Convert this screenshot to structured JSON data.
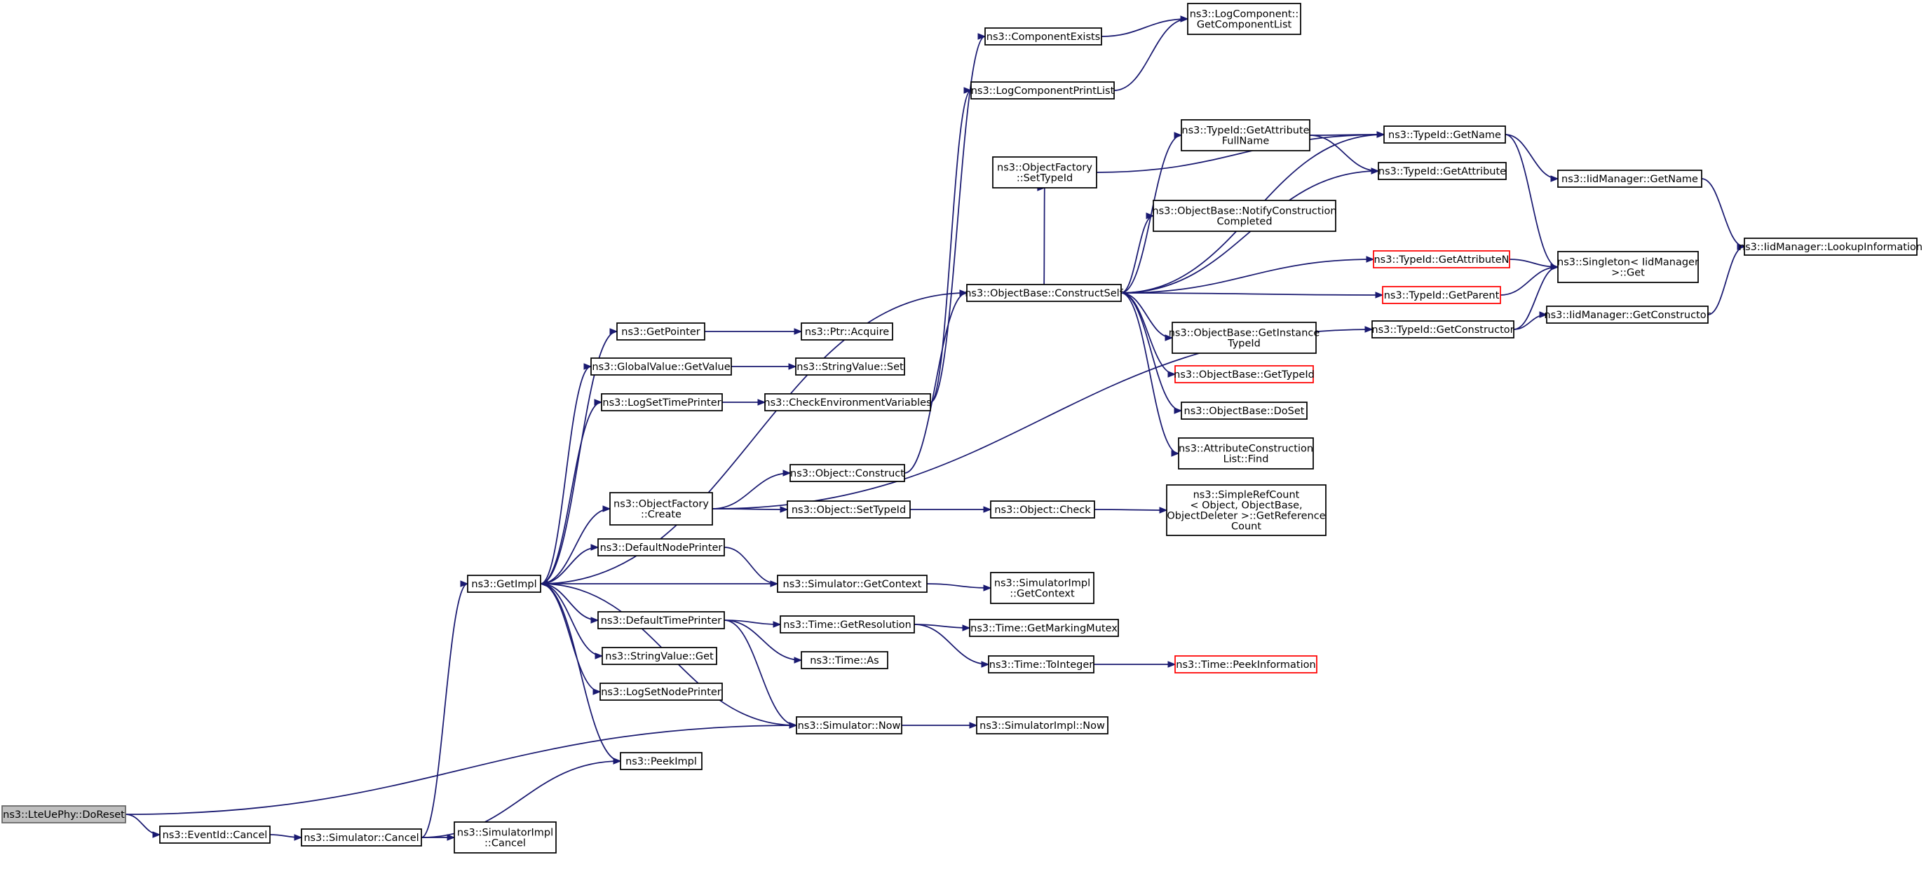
{
  "nodes": [
    {
      "id": "n0",
      "label": [
        "ns3::LteUePhy::DoReset"
      ],
      "kind": "root"
    },
    {
      "id": "n1",
      "label": [
        "ns3::EventId::Cancel"
      ]
    },
    {
      "id": "n2",
      "label": [
        "ns3::Simulator::Cancel"
      ]
    },
    {
      "id": "n3",
      "label": [
        "ns3::SimulatorImpl",
        "::Cancel"
      ]
    },
    {
      "id": "n4",
      "label": [
        "ns3::GetImpl"
      ]
    },
    {
      "id": "n5",
      "label": [
        "ns3::PeekImpl"
      ]
    },
    {
      "id": "n6",
      "label": [
        "ns3::Simulator::Now"
      ]
    },
    {
      "id": "n7",
      "label": [
        "ns3::SimulatorImpl::Now"
      ]
    },
    {
      "id": "n8",
      "label": [
        "ns3::GetPointer"
      ]
    },
    {
      "id": "n9",
      "label": [
        "ns3::Ptr::Acquire"
      ]
    },
    {
      "id": "n10",
      "label": [
        "ns3::GlobalValue::GetValue"
      ]
    },
    {
      "id": "n11",
      "label": [
        "ns3::StringValue::Set"
      ]
    },
    {
      "id": "n12",
      "label": [
        "ns3::LogSetTimePrinter"
      ]
    },
    {
      "id": "n13",
      "label": [
        "ns3::CheckEnvironmentVariables"
      ]
    },
    {
      "id": "n14",
      "label": [
        "ns3::ObjectFactory",
        "::Create"
      ]
    },
    {
      "id": "n15",
      "label": [
        "ns3::Object::Construct"
      ]
    },
    {
      "id": "n16",
      "label": [
        "ns3::Object::SetTypeId"
      ]
    },
    {
      "id": "n17",
      "label": [
        "ns3::Object::Check"
      ]
    },
    {
      "id": "n18",
      "label": [
        "ns3::SimpleRefCount",
        "< Object, ObjectBase,",
        " ObjectDeleter >::GetReference",
        "Count"
      ]
    },
    {
      "id": "n19",
      "label": [
        "ns3::DefaultNodePrinter"
      ]
    },
    {
      "id": "n20",
      "label": [
        "ns3::Simulator::GetContext"
      ]
    },
    {
      "id": "n21",
      "label": [
        "ns3::SimulatorImpl",
        "::GetContext"
      ]
    },
    {
      "id": "n22",
      "label": [
        "ns3::DefaultTimePrinter"
      ]
    },
    {
      "id": "n23",
      "label": [
        "ns3::Time::GetResolution"
      ]
    },
    {
      "id": "n24",
      "label": [
        "ns3::Time::GetMarkingMutex"
      ]
    },
    {
      "id": "n25",
      "label": [
        "ns3::Time::ToInteger"
      ]
    },
    {
      "id": "n26",
      "label": [
        "ns3::Time::PeekInformation"
      ],
      "kind": "red"
    },
    {
      "id": "n27",
      "label": [
        "ns3::Time::As"
      ]
    },
    {
      "id": "n28",
      "label": [
        "ns3::StringValue::Get"
      ]
    },
    {
      "id": "n29",
      "label": [
        "ns3::LogSetNodePrinter"
      ]
    },
    {
      "id": "n30",
      "label": [
        "ns3::ComponentExists"
      ]
    },
    {
      "id": "n31",
      "label": [
        "ns3::LogComponent::",
        "GetComponentList"
      ]
    },
    {
      "id": "n32",
      "label": [
        "ns3::LogComponentPrintList"
      ]
    },
    {
      "id": "n33",
      "label": [
        "ns3::ObjectFactory",
        "::SetTypeId"
      ]
    },
    {
      "id": "n34",
      "label": [
        "ns3::ObjectBase::ConstructSelf"
      ]
    },
    {
      "id": "n35",
      "label": [
        "ns3::TypeId::GetAttribute",
        "FullName"
      ]
    },
    {
      "id": "n36",
      "label": [
        "ns3::TypeId::GetName"
      ]
    },
    {
      "id": "n37",
      "label": [
        "ns3::TypeId::GetAttribute"
      ]
    },
    {
      "id": "n38",
      "label": [
        "ns3::ObjectBase::NotifyConstruction",
        "Completed"
      ]
    },
    {
      "id": "n39",
      "label": [
        "ns3::TypeId::GetAttributeN"
      ],
      "kind": "red"
    },
    {
      "id": "n40",
      "label": [
        "ns3::TypeId::GetParent"
      ],
      "kind": "red"
    },
    {
      "id": "n41",
      "label": [
        "ns3::ObjectBase::GetInstance",
        "TypeId"
      ]
    },
    {
      "id": "n42",
      "label": [
        "ns3::ObjectBase::GetTypeId"
      ],
      "kind": "red"
    },
    {
      "id": "n43",
      "label": [
        "ns3::ObjectBase::DoSet"
      ]
    },
    {
      "id": "n44",
      "label": [
        "ns3::AttributeConstruction",
        "List::Find"
      ]
    },
    {
      "id": "n45",
      "label": [
        "ns3::TypeId::GetConstructor"
      ]
    },
    {
      "id": "n46",
      "label": [
        "ns3::IidManager::GetName"
      ]
    },
    {
      "id": "n47",
      "label": [
        "ns3::Singleton< IidManager",
        " >::Get"
      ]
    },
    {
      "id": "n48",
      "label": [
        "ns3::IidManager::GetConstructor"
      ]
    },
    {
      "id": "n49",
      "label": [
        "ns3::IidManager::LookupInformation"
      ]
    }
  ],
  "edges": [
    [
      "n0",
      "n1"
    ],
    [
      "n0",
      "n6"
    ],
    [
      "n1",
      "n2"
    ],
    [
      "n2",
      "n3"
    ],
    [
      "n2",
      "n4"
    ],
    [
      "n2",
      "n5"
    ],
    [
      "n4",
      "n8"
    ],
    [
      "n4",
      "n10"
    ],
    [
      "n4",
      "n12"
    ],
    [
      "n4",
      "n14"
    ],
    [
      "n4",
      "n19"
    ],
    [
      "n4",
      "n22"
    ],
    [
      "n4",
      "n28"
    ],
    [
      "n4",
      "n29"
    ],
    [
      "n4",
      "n5"
    ],
    [
      "n4",
      "n34"
    ],
    [
      "n6",
      "n4"
    ],
    [
      "n6",
      "n7"
    ],
    [
      "n20",
      "n4"
    ],
    [
      "n20",
      "n21"
    ],
    [
      "n8",
      "n9"
    ],
    [
      "n10",
      "n11"
    ],
    [
      "n12",
      "n13"
    ],
    [
      "n13",
      "n30"
    ],
    [
      "n13",
      "n32"
    ],
    [
      "n30",
      "n31"
    ],
    [
      "n32",
      "n31"
    ],
    [
      "n14",
      "n15"
    ],
    [
      "n14",
      "n16"
    ],
    [
      "n14",
      "n45"
    ],
    [
      "n15",
      "n34"
    ],
    [
      "n16",
      "n17"
    ],
    [
      "n17",
      "n18"
    ],
    [
      "n19",
      "n20"
    ],
    [
      "n22",
      "n23"
    ],
    [
      "n22",
      "n27"
    ],
    [
      "n22",
      "n6"
    ],
    [
      "n23",
      "n24"
    ],
    [
      "n23",
      "n25"
    ],
    [
      "n25",
      "n26"
    ],
    [
      "n33",
      "n36"
    ],
    [
      "n34",
      "n33"
    ],
    [
      "n34",
      "n35"
    ],
    [
      "n34",
      "n36"
    ],
    [
      "n34",
      "n37"
    ],
    [
      "n34",
      "n38"
    ],
    [
      "n34",
      "n39"
    ],
    [
      "n34",
      "n40"
    ],
    [
      "n34",
      "n41"
    ],
    [
      "n34",
      "n42"
    ],
    [
      "n34",
      "n43"
    ],
    [
      "n34",
      "n44"
    ],
    [
      "n35",
      "n36"
    ],
    [
      "n35",
      "n37"
    ],
    [
      "n36",
      "n46"
    ],
    [
      "n36",
      "n47"
    ],
    [
      "n39",
      "n47"
    ],
    [
      "n40",
      "n47"
    ],
    [
      "n45",
      "n47"
    ],
    [
      "n45",
      "n48"
    ],
    [
      "n46",
      "n49"
    ],
    [
      "n48",
      "n49"
    ]
  ]
}
